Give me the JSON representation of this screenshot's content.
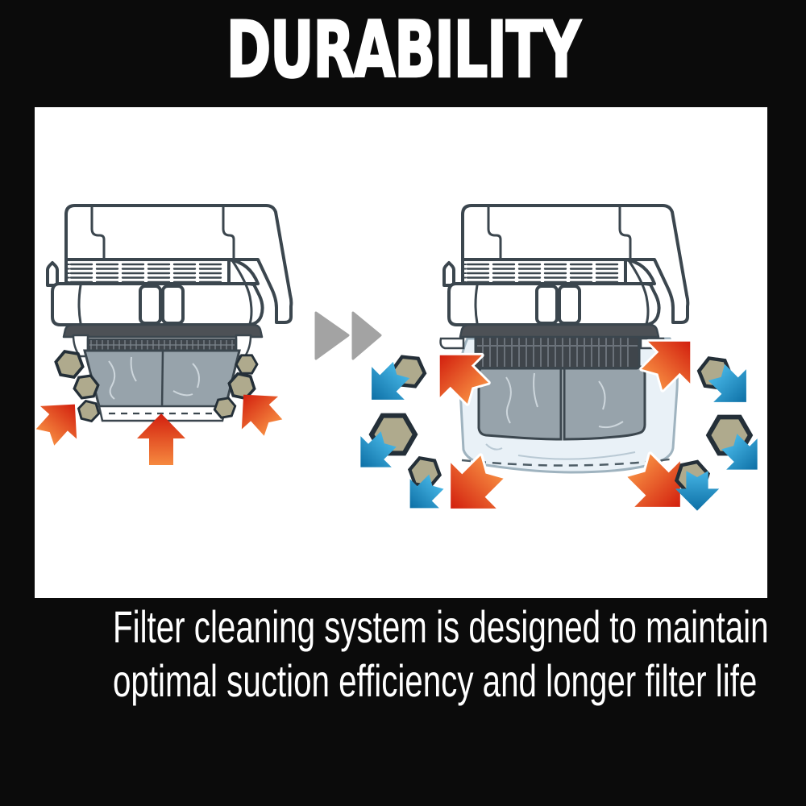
{
  "title": "DURABILITY",
  "caption": {
    "line1": "Filter cleaning system is designed to maintain",
    "line2": "optimal suction efficiency and longer filter life"
  },
  "separator": {
    "icon": "double-chevron-right-icon"
  },
  "stages": {
    "before": {
      "icon": "vacuum-filter-dirty-illustration",
      "arrow_icon": "suction-inward-arrow-icon",
      "particle_icon": "dust-hexagon-icon",
      "particle_count": 6
    },
    "after": {
      "icon": "vacuum-filter-cleaning-illustration",
      "arrow_icon": "eject-outward-arrow-icon",
      "airflow_icon": "airflow-down-arrow-icon",
      "particle_icon": "dust-hexagon-icon",
      "particle_count": 6
    }
  },
  "colors": {
    "background": "#0b0b0b",
    "panel": "#ffffff",
    "text": "#ffffff",
    "outline": "#3b464e",
    "chevron": "#a3a3a3",
    "gasket": "#4d5156",
    "pleat": "#3f454b",
    "pleat_rib": "#6b727a",
    "cloth": "#97a3ab",
    "cloth_line": "#cdd6dc",
    "particle_fill": "#afaa8d",
    "particle_stroke": "#242f38",
    "red_tip": "#d21f0e",
    "red_tail": "#f6893f",
    "blue_tip": "#0d6fa5",
    "blue_tail": "#45b4e4",
    "bag_fill": "#e9f1f7",
    "bag_stroke": "#9fb3bf",
    "bag_dash": "#4e5d66"
  }
}
